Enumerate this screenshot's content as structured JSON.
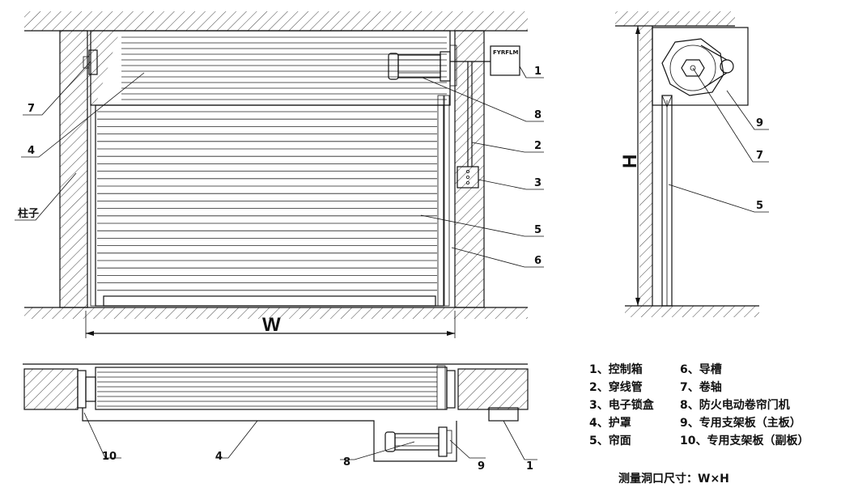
{
  "front_view": {
    "callouts": {
      "c1": "1",
      "c8": "8",
      "c2": "2",
      "c3": "3",
      "c5": "5",
      "c6": "6",
      "c7": "7",
      "c4": "4",
      "column": "柱子"
    },
    "width_dim": "W",
    "control_box_text": "FYRFLM"
  },
  "side_view": {
    "callouts": {
      "c9": "9",
      "c7": "7",
      "c5": "5"
    },
    "height_dim": "H"
  },
  "plan_view": {
    "callouts": {
      "c10": "10",
      "c4": "4",
      "c8": "8",
      "c9": "9",
      "c1": "1"
    }
  },
  "legend": {
    "left": [
      "1、控制箱",
      "2、穿线管",
      "3、电子锁盒",
      "4、护罩",
      "5、帘面"
    ],
    "right": [
      "6、导槽",
      "7、卷轴",
      "8、防火电动卷帘门机",
      "9、专用支架板（主板）",
      "10、专用支架板（副板）"
    ]
  },
  "measurement_note": "测量洞口尺寸：W×H"
}
